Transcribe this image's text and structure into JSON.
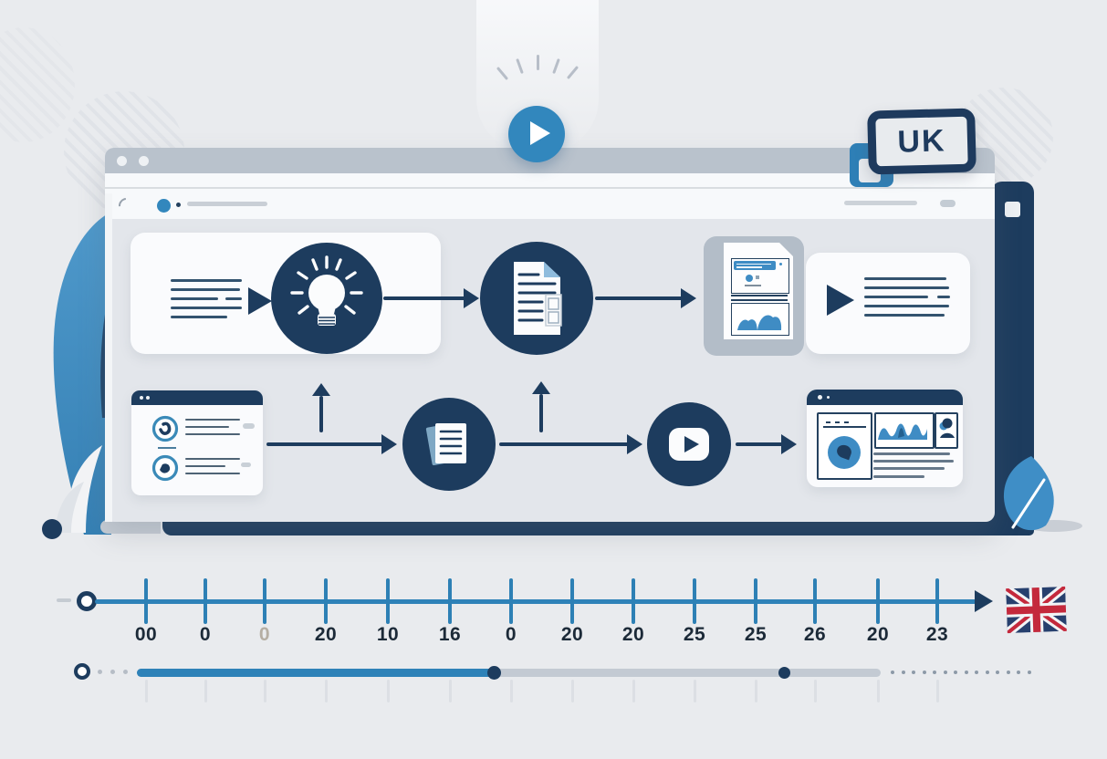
{
  "badge": {
    "label": "UK"
  },
  "flag": {
    "name": "union-jack-flag",
    "navy": "#27406e",
    "red": "#c4293c",
    "white": "#f2f4f6"
  },
  "icons": {
    "top": "play-icon",
    "row1": [
      "text-lines",
      "idea-lightbulb-icon",
      "document-draft-icon",
      "article-preview-card",
      "play-triangle-icon",
      "text-lines"
    ],
    "row2": [
      "checklist-card",
      "pages-copy-icon",
      "video-play-icon",
      "analytics-dashboard-card"
    ],
    "misc": [
      "browser-window",
      "leaf-icon",
      "checkbox-square-icon",
      "page-curl"
    ]
  },
  "timeline": {
    "tick_labels": [
      "00",
      "0",
      "0",
      "20",
      "10",
      "16",
      "0",
      "20",
      "20",
      "25",
      "25",
      "26",
      "20",
      "23"
    ],
    "tick_xs": [
      160,
      225,
      290,
      357,
      425,
      493,
      560,
      627,
      694,
      761,
      828,
      893,
      962,
      1027
    ],
    "muted_indices": [
      2
    ],
    "label_color": "#1c2a38",
    "muted_label_color": "#b5aea3",
    "line_color": "#2e82b8",
    "tick_color": "#2d80b5",
    "arrowhead_color": "#1d3c5e"
  },
  "progress": {
    "filled_color": "#2e82b8",
    "track_color": "#c3cad3",
    "marker_color": "#1d3c5e",
    "tail_dot_count": 14,
    "tail_dot_color": "#8d9aa8"
  },
  "colors": {
    "background": "#e9ebee",
    "navy": "#1d3c5e",
    "accent_blue": "#3287bd",
    "titlebar_gray": "#b9c2cc",
    "window_bg": "#e3e6eb",
    "card_white": "#fafbfd",
    "backdrop_gray": "#b3bdc8"
  }
}
